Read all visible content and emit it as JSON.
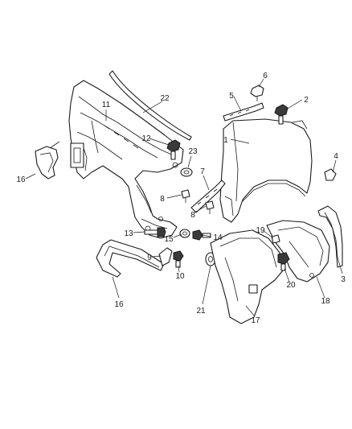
{
  "callouts": [
    {
      "id": "c1",
      "text": "1"
    },
    {
      "id": "c2",
      "text": "2"
    },
    {
      "id": "c3",
      "text": "3"
    },
    {
      "id": "c4",
      "text": "4"
    },
    {
      "id": "c5",
      "text": "5"
    },
    {
      "id": "c6",
      "text": "6"
    },
    {
      "id": "c7",
      "text": "7"
    },
    {
      "id": "c8a",
      "text": "8"
    },
    {
      "id": "c8b",
      "text": "8"
    },
    {
      "id": "c9",
      "text": "9"
    },
    {
      "id": "c10",
      "text": "10"
    },
    {
      "id": "c11",
      "text": "11"
    },
    {
      "id": "c12",
      "text": "12"
    },
    {
      "id": "c13",
      "text": "13"
    },
    {
      "id": "c14",
      "text": "14"
    },
    {
      "id": "c15",
      "text": "15"
    },
    {
      "id": "c16a",
      "text": "16"
    },
    {
      "id": "c16b",
      "text": "16"
    },
    {
      "id": "c17",
      "text": "17"
    },
    {
      "id": "c18",
      "text": "18"
    },
    {
      "id": "c19",
      "text": "19"
    },
    {
      "id": "c20",
      "text": "20"
    },
    {
      "id": "c21",
      "text": "21"
    },
    {
      "id": "c22",
      "text": "22"
    },
    {
      "id": "c23",
      "text": "23"
    }
  ]
}
